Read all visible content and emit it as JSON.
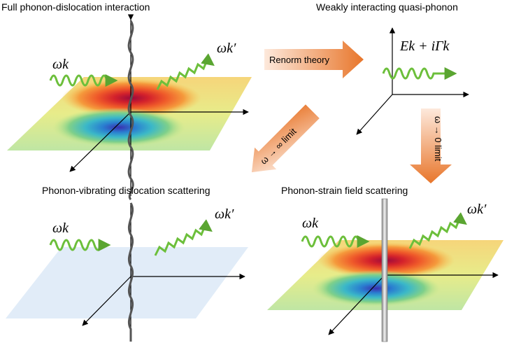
{
  "panels": {
    "top_left": {
      "title": "Full phonon-dislocation interaction",
      "omega_in": "ωk",
      "omega_out": "ωk′"
    },
    "top_right": {
      "title": "Weakly interacting quasi-phonon",
      "energy": "Ek + iΓk"
    },
    "bottom_left": {
      "title": "Phonon-vibrating dislocation scattering",
      "omega_in": "ωk",
      "omega_out": "ωk′"
    },
    "bottom_right": {
      "title": "Phonon-strain field scattering",
      "omega_in": "ωk",
      "omega_out": "ωk′"
    }
  },
  "arrows": {
    "renorm": "Renorm theory",
    "high_freq": "ω → ∞ limit",
    "low_freq": "ω → 0 limit"
  },
  "colors": {
    "wave": "#6cbf3b",
    "arrow_orange": "#e8833a",
    "plane_light": "#dce9f7"
  }
}
